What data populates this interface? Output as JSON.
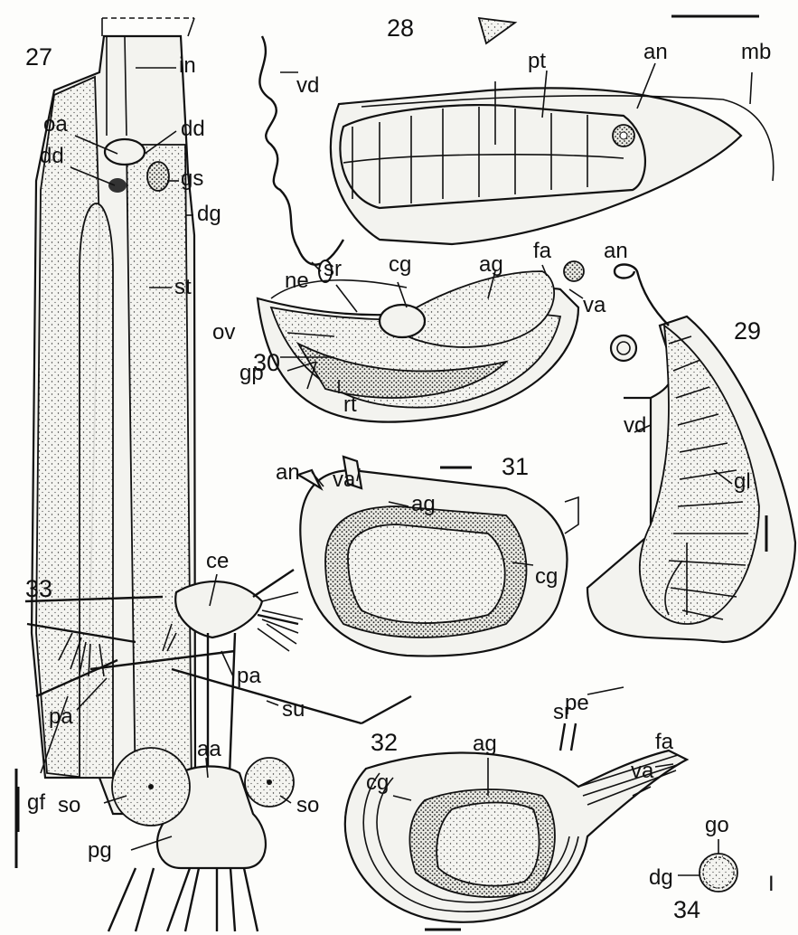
{
  "figures": [
    {
      "id": "fig27",
      "number": "27",
      "labels": [
        "in",
        "oa",
        "dd",
        "dd",
        "gs",
        "dg",
        "st",
        "gf"
      ]
    },
    {
      "id": "fig28",
      "number": "28",
      "labels": [
        "pt",
        "an",
        "mb",
        "vd",
        "ne"
      ]
    },
    {
      "id": "fig29",
      "number": "29",
      "labels": [
        "vd",
        "gl",
        "pe"
      ]
    },
    {
      "id": "fig30",
      "number": "30",
      "labels": [
        "sr",
        "cg",
        "ag",
        "fa",
        "an",
        "va",
        "ov",
        "gp",
        "rt"
      ]
    },
    {
      "id": "fig31",
      "number": "31",
      "labels": [
        "an",
        "va",
        "ag",
        "cg"
      ]
    },
    {
      "id": "fig32",
      "number": "32",
      "labels": [
        "cg",
        "ag",
        "sr",
        "fa",
        "va"
      ]
    },
    {
      "id": "fig33",
      "number": "33",
      "labels": [
        "ce",
        "pa",
        "pa",
        "su",
        "aa",
        "so",
        "so",
        "pg"
      ]
    },
    {
      "id": "fig34",
      "number": "34",
      "labels": [
        "go",
        "dg"
      ]
    }
  ],
  "marks": {
    "small_i": "I"
  },
  "colors": {
    "ink": "#111111",
    "paper": "#fdfdfb",
    "bleed": "#c9c9c4"
  }
}
